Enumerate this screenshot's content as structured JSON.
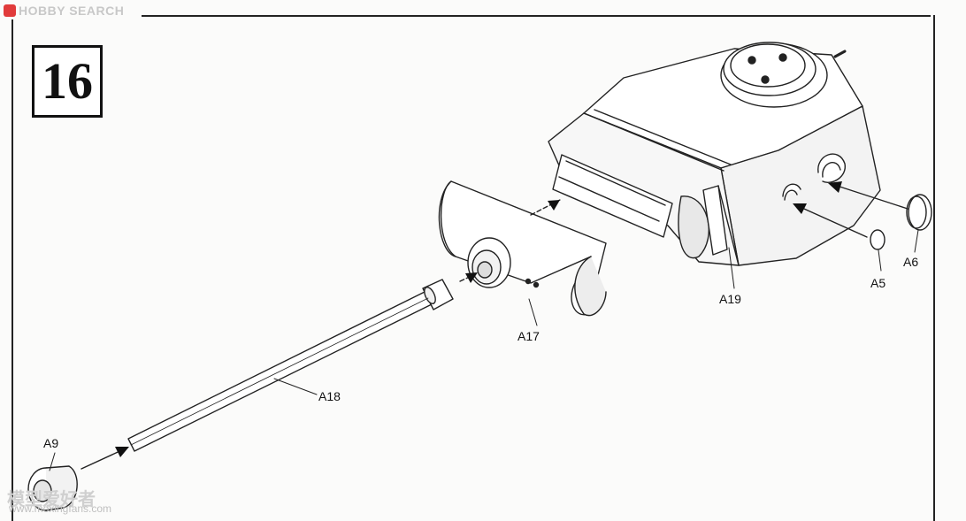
{
  "watermarks": {
    "top": "HOBBY SEARCH",
    "bottom": "模型爱好者",
    "url": "www.moxingfans.com"
  },
  "step": {
    "number": "16"
  },
  "parts": {
    "a5": "A5",
    "a6": "A6",
    "a9": "A9",
    "a17": "A17",
    "a18": "A18",
    "a19": "A19"
  },
  "colors": {
    "line": "#222222",
    "shade": "#cfcfcf",
    "paper": "#fbfbfa"
  }
}
